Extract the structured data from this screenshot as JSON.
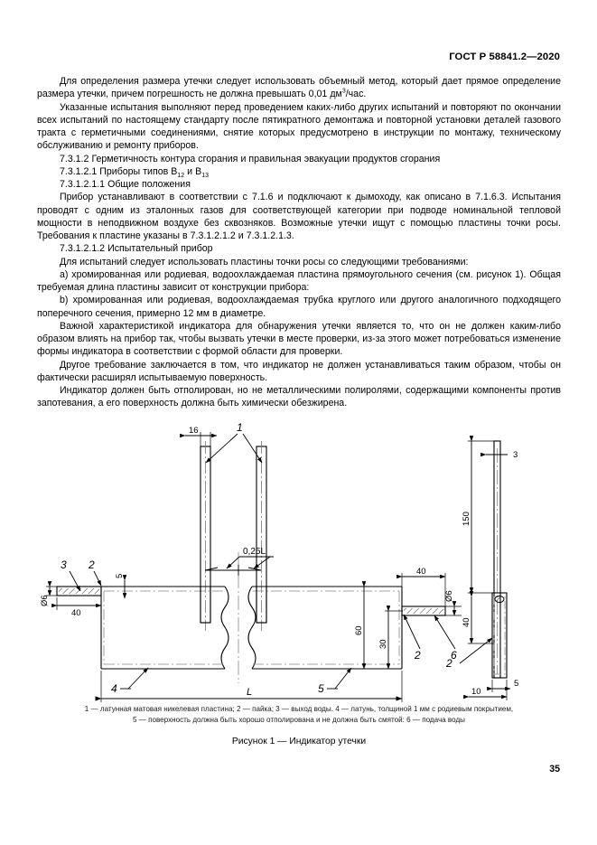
{
  "header": {
    "standard": "ГОСТ Р 58841.2—2020"
  },
  "body": {
    "paragraphs": [
      "Для определения размера утечки следует использовать объемный метод, который дает прямое определение размера утечки, причем погрешность не должна превышать 0,01 дм³/час.",
      "Указанные испытания выполняют перед проведением каких-либо других испытаний и повторяют по окончании всех испытаний по настоящему стандарту после пятикратного демонтажа и повторной установки деталей газового тракта с герметичными соединениями, снятие которых предусмотрено в инструкции по монтажу, техническому обслуживанию и ремонту приборов.",
      "7.3.1.2 Герметичность контура сгорания и правильная эвакуации продуктов сгорания",
      "7.3.1.2.1 Приборы типов B12 и B13",
      "7.3.1.2.1.1 Общие положения",
      "Прибор устанавливают в соответствии с 7.1.6 и подключают к дымоходу, как описано в 7.1.6.3. Испытания проводят с одним из эталонных газов для соответствующей категории при подводе номинальной тепловой мощности в неподвижном воздухе без сквозняков. Возможные утечки ищут с помощью пластины точки росы. Требования к пластине указаны в 7.3.1.2.1.2 и 7.3.1.2.1.3.",
      "7.3.1.2.1.2 Испытательный прибор",
      "Для испытаний следует использовать пластины точки росы со следующими требованиями:",
      "a) хромированная или родиевая, водоохлаждаемая пластина прямоугольного сечения (см. рисунок 1). Общая требуемая длина пластины зависит от конструкции прибора:",
      "b) хромированная или родиевая, водоохлаждаемая трубка круглого или другого аналогичного подходящего поперечного сечения, примерно 12 мм в диаметре.",
      "Важной характеристикой индикатора для обнаружения утечки является то, что он не должен каким-либо образом влиять на прибор так, чтобы вызвать утечки в месте проверки, из-за этого может потребоваться изменение формы индикатора в соответствии с формой области для проверки.",
      "Другое требование заключается в том, что индикатор не должен устанавливаться таким образом, чтобы он фактически расширял испытываемую поверхность.",
      "Индикатор должен быть отполирован, но не металлическими полиролями, содержащими компоненты против запотевания, а его поверхность должна быть химически обезжирена."
    ],
    "text_fragments": {
      "p1_a": "Для определения размера утечки следует использовать объемный метод, который дает прямое определение размера утечки, причем погрешность не должна превышать 0,01 дм",
      "p1_sup": "3",
      "p1_b": "/час.",
      "p4_a": "7.3.1.2.1 Приборы типов B",
      "p4_sub1": "12",
      "p4_mid": " и B",
      "p4_sub2": "13"
    }
  },
  "figure": {
    "labels": {
      "d16": "16",
      "num1": "1",
      "q025L": "0,25L",
      "num3": "3",
      "num2_left": "2",
      "d5": "5",
      "d40_left": "40",
      "dia6_left": "Ø6",
      "num4": "4",
      "num5": "5",
      "L": "L",
      "d60": "60",
      "d30": "30",
      "d40_mid": "40",
      "dia6_mid": "Ø6",
      "num2_mid": "2",
      "num6": "6",
      "d150": "150",
      "d3_right": "3",
      "d40_right": "40",
      "num2_right": "2",
      "d5_right": "5",
      "d10": "10"
    },
    "legend_line1": "1 —  латунная матовая никелевая пластина; 2 —  пайка; 3 — выход воды. 4 —  латунь, толщиной 1 мм с родиевым покрытием,",
    "legend_line2": "5 — поверхность должна быть хорошо отполирована и не должна быть смятой: 6 — подача воды",
    "caption": "Рисунок 1 — Индикатор утечки"
  },
  "footer": {
    "page_number": "35"
  },
  "colors": {
    "ink": "#000000",
    "paper": "#ffffff",
    "hatch": "#555555"
  }
}
